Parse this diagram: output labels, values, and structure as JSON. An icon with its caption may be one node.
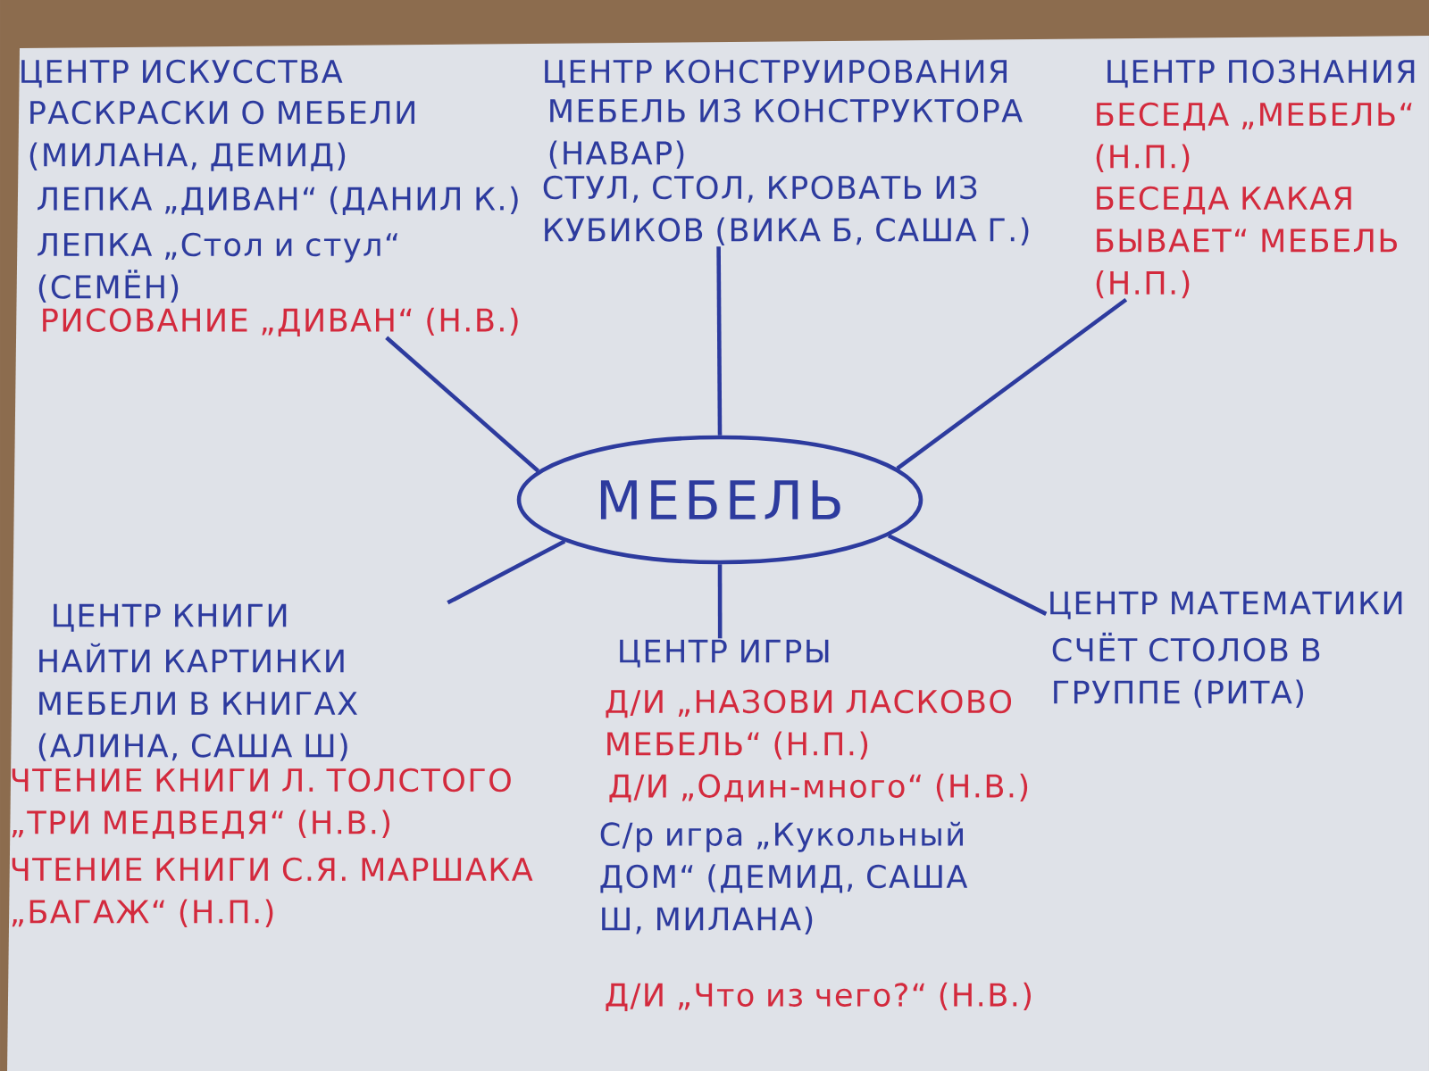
{
  "diagram": {
    "nodes": [
      {
        "text": [
          "ЦЕНТР ИСКУССТВА",
          "РАСКРАСКИ О МЕБЕЛИ (МИЛАНА, ДЕМИД)",
          "ЛЕПКА „ДИВАН“ (ДАНИЛ К.)",
          "ЛЕПКА „Стол и стул“ (СЕМЁН)",
          "РИСОВАНИЕ „ДИВАН“ (Н.В.)"
        ]
      },
      {
        "text": [
          "ЦЕНТР КОНСТРУИРОВАНИЯ",
          "МЕБЕЛЬ ИЗ КОНСТРУКТОРА (НАВАР)",
          "СТУЛ, СТОЛ, КРОВАТЬ ИЗ КУБИКОВ (ВИКА Б, САША Г.)"
        ]
      },
      {
        "text": [
          "ЦЕНТР ПОЗНАНИЯ",
          "БЕСЕДА „МЕБЕЛЬ“ (Н.П.)",
          "БЕСЕДА КАКАЯ БЫВАЕТ“ МЕБЕЛЬ (Н.П.)"
        ]
      },
      {
        "text": [
          "МЕБЕЛЬ"
        ]
      },
      {
        "text": [
          "ЦЕНТР КНИГИ",
          "НАЙТИ КАРТИНКИ МЕБЕЛИ В КНИГАХ (АЛИНА, САША Ш)",
          "ЧТЕНИЕ КНИГИ Л. ТОЛСТОГО „ТРИ МЕДВЕДЯ“ (Н.В.)",
          "ЧТЕНИЕ КНИГИ С.Я. МАРШАКА „БАГАЖ“ (Н.П.)"
        ]
      },
      {
        "text": [
          "ЦЕНТР ИГРЫ",
          "Д/И „НАЗОВИ ЛАСКОВО МЕБЕЛЬ“ (Н.П.)",
          "Д/И „Один-много“ (Н.В.)",
          "С/р игра „Кукольный ДОМ“ (ДЕМИД, САША Ш, МИЛАНА)",
          "Д/И „Что из чего?“ (Н.В.)"
        ]
      },
      {
        "text": [
          "ЦЕНТР МАТЕМАТИКИ",
          "СЧЁТ СТОЛОВ В ГРУППЕ (РИТА)"
        ]
      }
    ],
    "edges": [
      {
        "from": 3,
        "to": 0,
        "arrow": "none"
      },
      {
        "from": 3,
        "to": 1,
        "arrow": "none"
      },
      {
        "from": 3,
        "to": 2,
        "arrow": "none"
      },
      {
        "from": 3,
        "to": 4,
        "arrow": "none"
      },
      {
        "from": 3,
        "to": 5,
        "arrow": "none"
      },
      {
        "from": 3,
        "to": 6,
        "arrow": "none"
      }
    ]
  }
}
